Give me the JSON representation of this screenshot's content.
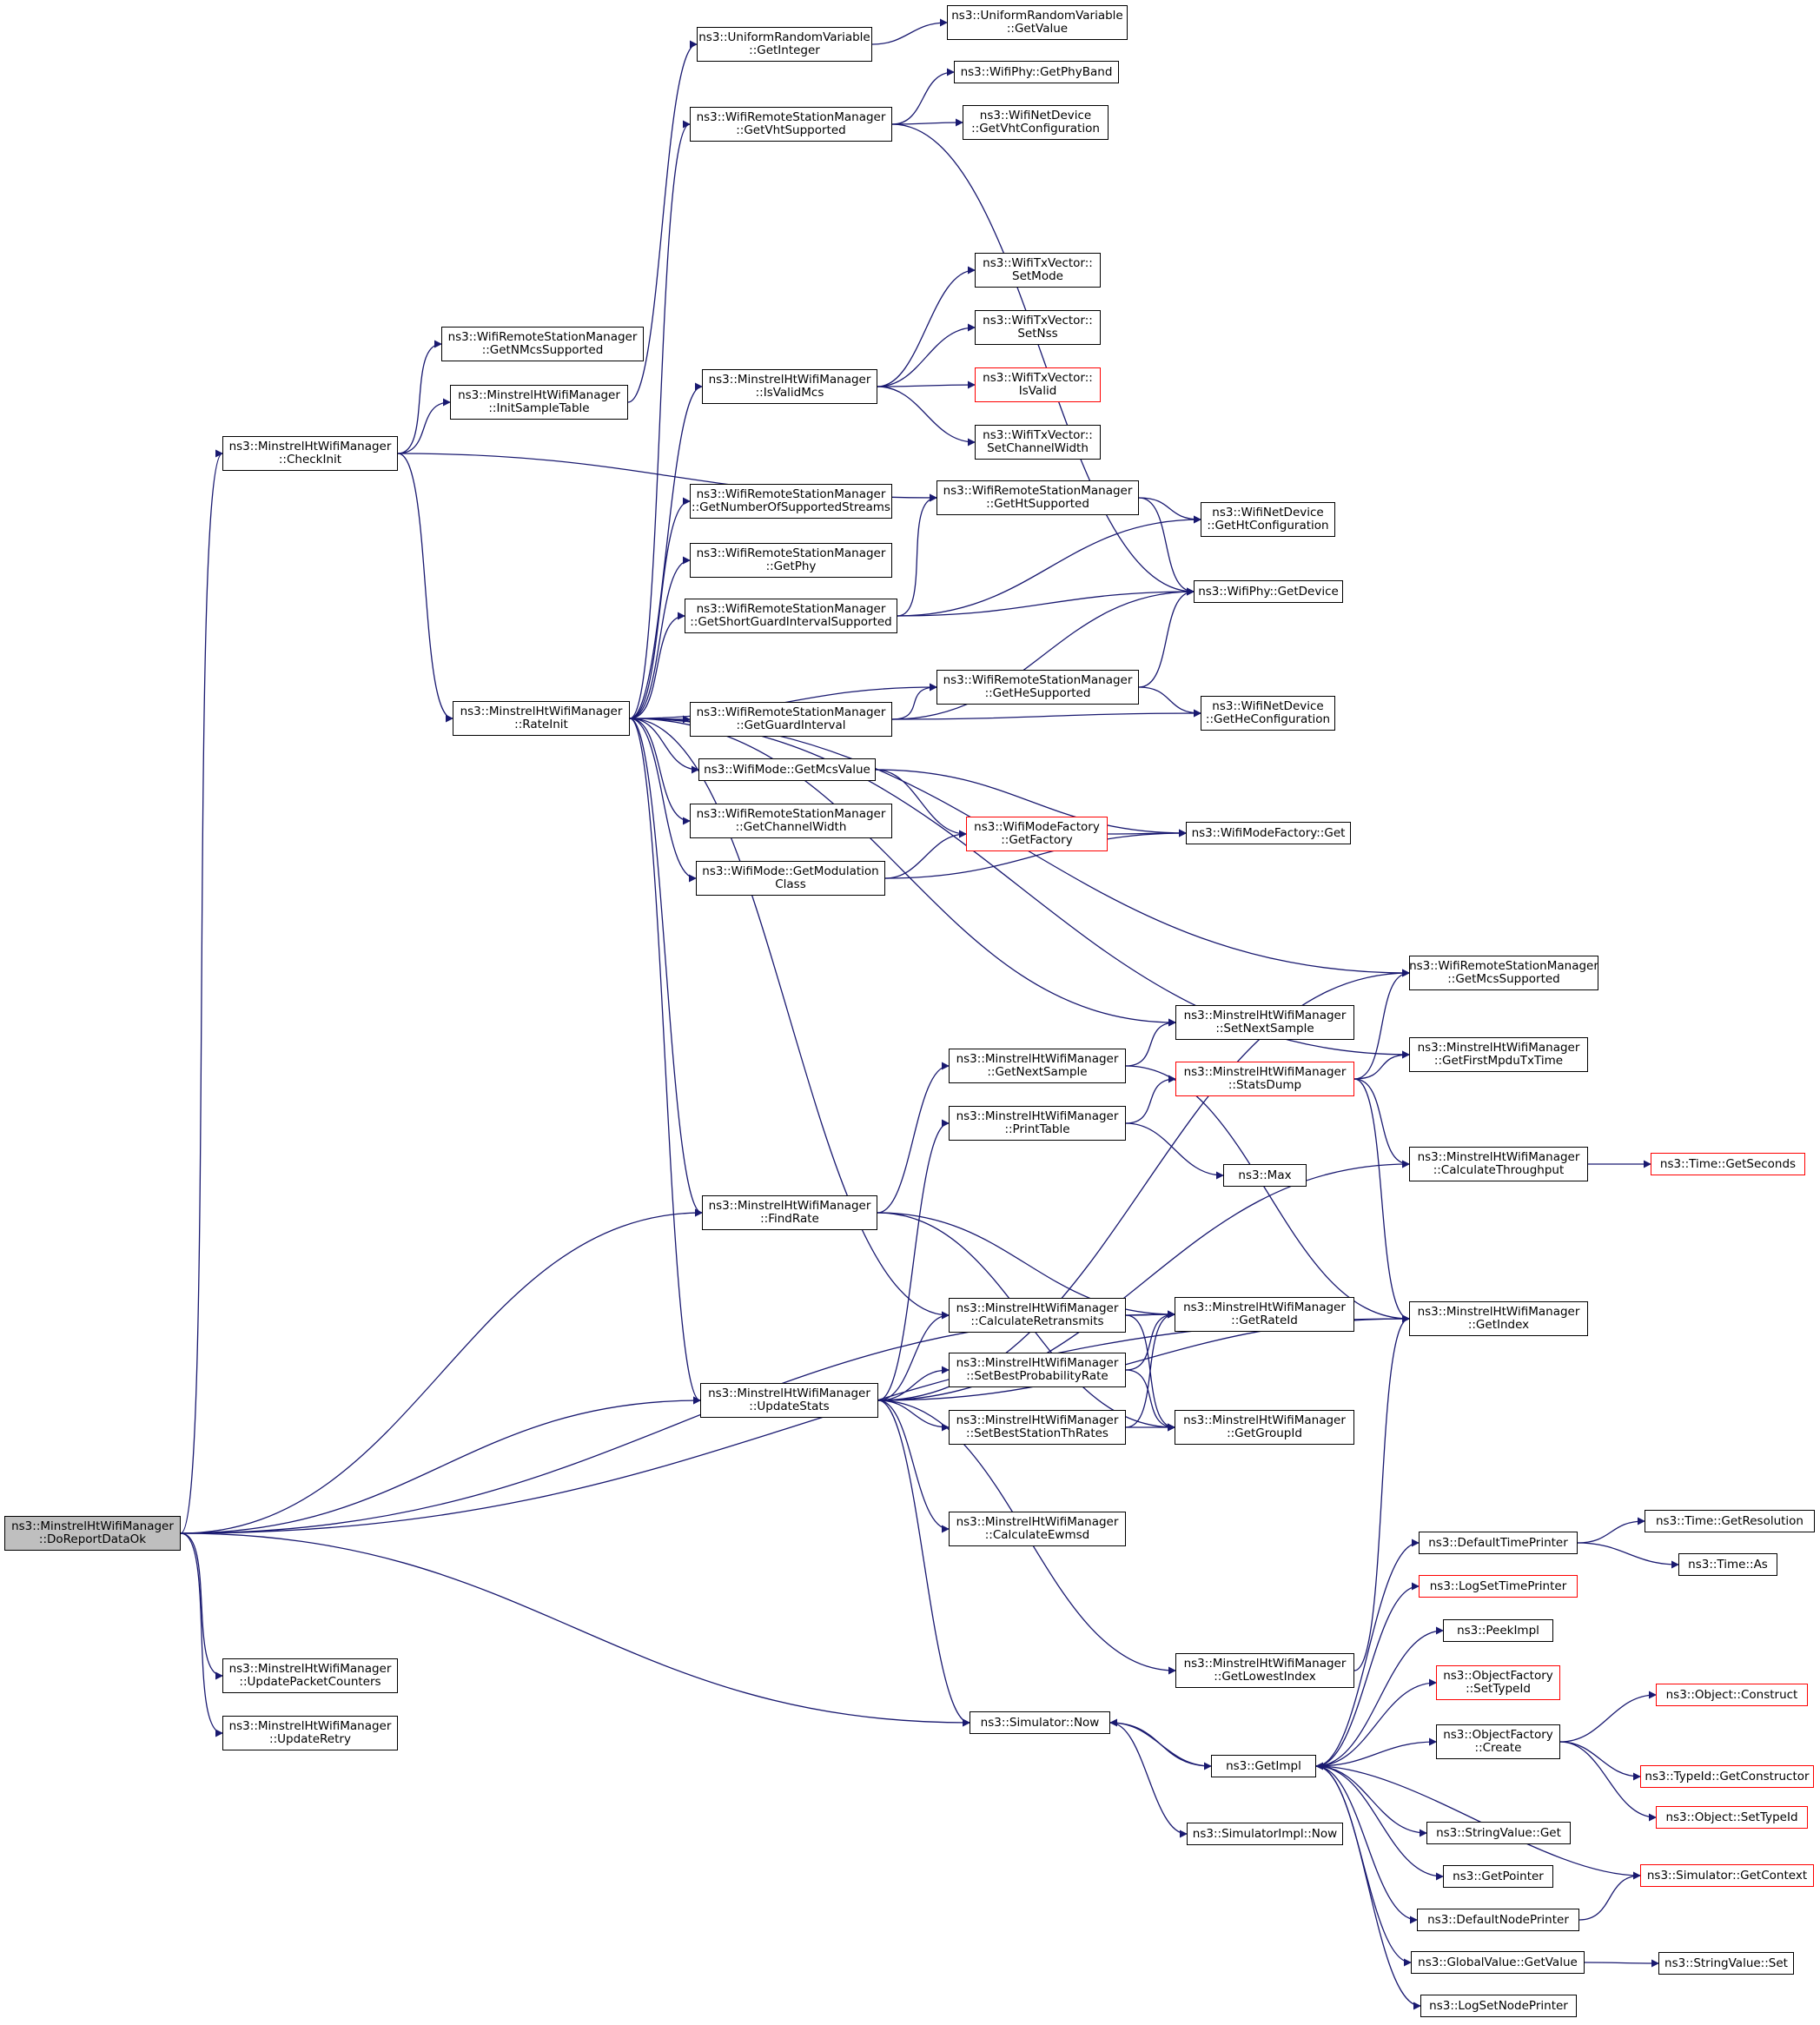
{
  "diagram": {
    "edge_color": "#191970",
    "node_border_color": "#000000",
    "truncated_node_border_color": "#ff0000",
    "root_fill_color": "#bfbfbf",
    "nodes": [
      {
        "id": "doreport",
        "label": "ns3::MinstrelHtWifiManager\n::DoReportDataOk",
        "root": true
      },
      {
        "id": "checkinit",
        "label": "ns3::MinstrelHtWifiManager\n::CheckInit"
      },
      {
        "id": "getnmcs",
        "label": "ns3::WifiRemoteStationManager\n::GetNMcsSupported"
      },
      {
        "id": "initsample",
        "label": "ns3::MinstrelHtWifiManager\n::InitSampleTable"
      },
      {
        "id": "getinteger",
        "label": "ns3::UniformRandomVariable\n::GetInteger"
      },
      {
        "id": "urvgetvalue",
        "label": "ns3::UniformRandomVariable\n::GetValue"
      },
      {
        "id": "getphyband",
        "label": "ns3::WifiPhy::GetPhyBand"
      },
      {
        "id": "getvht",
        "label": "ns3::WifiRemoteStationManager\n::GetVhtSupported"
      },
      {
        "id": "getvhtconf",
        "label": "ns3::WifiNetDevice\n::GetVhtConfiguration"
      },
      {
        "id": "setmode",
        "label": "ns3::WifiTxVector::\nSetMode"
      },
      {
        "id": "setnss",
        "label": "ns3::WifiTxVector::\nSetNss"
      },
      {
        "id": "isvalid",
        "label": "ns3::WifiTxVector::\nIsValid",
        "truncated": true
      },
      {
        "id": "setchw",
        "label": "ns3::WifiTxVector::\nSetChannelWidth"
      },
      {
        "id": "isvalidmcs",
        "label": "ns3::MinstrelHtWifiManager\n::IsValidMcs"
      },
      {
        "id": "getnumstreams",
        "label": "ns3::WifiRemoteStationManager\n::GetNumberOfSupportedStreams"
      },
      {
        "id": "getphy",
        "label": "ns3::WifiRemoteStationManager\n::GetPhy"
      },
      {
        "id": "getsgi",
        "label": "ns3::WifiRemoteStationManager\n::GetShortGuardIntervalSupported"
      },
      {
        "id": "getht",
        "label": "ns3::WifiRemoteStationManager\n::GetHtSupported"
      },
      {
        "id": "gethtconf",
        "label": "ns3::WifiNetDevice\n::GetHtConfiguration"
      },
      {
        "id": "getdevice",
        "label": "ns3::WifiPhy::GetDevice"
      },
      {
        "id": "ratinit",
        "label": "ns3::MinstrelHtWifiManager\n::RateInit"
      },
      {
        "id": "getgi",
        "label": "ns3::WifiRemoteStationManager\n::GetGuardInterval"
      },
      {
        "id": "gethe",
        "label": "ns3::WifiRemoteStationManager\n::GetHeSupported"
      },
      {
        "id": "getheconf",
        "label": "ns3::WifiNetDevice\n::GetHeConfiguration"
      },
      {
        "id": "getmcsvalue",
        "label": "ns3::WifiMode::GetMcsValue"
      },
      {
        "id": "getchw",
        "label": "ns3::WifiRemoteStationManager\n::GetChannelWidth"
      },
      {
        "id": "getfactory",
        "label": "ns3::WifiModeFactory\n::GetFactory",
        "truncated": true
      },
      {
        "id": "factoryget",
        "label": "ns3::WifiModeFactory::Get"
      },
      {
        "id": "getmodclass",
        "label": "ns3::WifiMode::GetModulation\nClass"
      },
      {
        "id": "getmcssupp",
        "label": "ns3::WifiRemoteStationManager\n::GetMcsSupported"
      },
      {
        "id": "setnextsample",
        "label": "ns3::MinstrelHtWifiManager\n::SetNextSample"
      },
      {
        "id": "getfirstmpdu",
        "label": "ns3::MinstrelHtWifiManager\n::GetFirstMpduTxTime"
      },
      {
        "id": "getnextsample",
        "label": "ns3::MinstrelHtWifiManager\n::GetNextSample"
      },
      {
        "id": "statsdump",
        "label": "ns3::MinstrelHtWifiManager\n::StatsDump",
        "truncated": true
      },
      {
        "id": "printtable",
        "label": "ns3::MinstrelHtWifiManager\n::PrintTable"
      },
      {
        "id": "max",
        "label": "ns3::Max"
      },
      {
        "id": "calcthroughput",
        "label": "ns3::MinstrelHtWifiManager\n::CalculateThroughput"
      },
      {
        "id": "getseconds",
        "label": "ns3::Time::GetSeconds",
        "truncated": true
      },
      {
        "id": "findrate",
        "label": "ns3::MinstrelHtWifiManager\n::FindRate"
      },
      {
        "id": "calcretrans",
        "label": "ns3::MinstrelHtWifiManager\n::CalculateRetransmits"
      },
      {
        "id": "getrateid",
        "label": "ns3::MinstrelHtWifiManager\n::GetRateId"
      },
      {
        "id": "getindex",
        "label": "ns3::MinstrelHtWifiManager\n::GetIndex"
      },
      {
        "id": "setbestprob",
        "label": "ns3::MinstrelHtWifiManager\n::SetBestProbabilityRate"
      },
      {
        "id": "updatestats",
        "label": "ns3::MinstrelHtWifiManager\n::UpdateStats"
      },
      {
        "id": "setbestth",
        "label": "ns3::MinstrelHtWifiManager\n::SetBestStationThRates"
      },
      {
        "id": "getgroupid",
        "label": "ns3::MinstrelHtWifiManager\n::GetGroupId"
      },
      {
        "id": "calcewmsd",
        "label": "ns3::MinstrelHtWifiManager\n::CalculateEwmsd"
      },
      {
        "id": "defaulttp",
        "label": "ns3::DefaultTimePrinter"
      },
      {
        "id": "getresolution",
        "label": "ns3::Time::GetResolution"
      },
      {
        "id": "timeas",
        "label": "ns3::Time::As"
      },
      {
        "id": "logsettp",
        "label": "ns3::LogSetTimePrinter",
        "truncated": true
      },
      {
        "id": "peekimpl",
        "label": "ns3::PeekImpl"
      },
      {
        "id": "ofsettypeid",
        "label": "ns3::ObjectFactory\n::SetTypeId",
        "truncated": true
      },
      {
        "id": "objconstruct",
        "label": "ns3::Object::Construct",
        "truncated": true
      },
      {
        "id": "getlowestindex",
        "label": "ns3::MinstrelHtWifiManager\n::GetLowestIndex"
      },
      {
        "id": "updatepkt",
        "label": "ns3::MinstrelHtWifiManager\n::UpdatePacketCounters"
      },
      {
        "id": "updateretry",
        "label": "ns3::MinstrelHtWifiManager\n::UpdateRetry"
      },
      {
        "id": "simnow",
        "label": "ns3::Simulator::Now"
      },
      {
        "id": "getimpl",
        "label": "ns3::GetImpl"
      },
      {
        "id": "ofcreate",
        "label": "ns3::ObjectFactory\n::Create"
      },
      {
        "id": "getconstructor",
        "label": "ns3::TypeId::GetConstructor",
        "truncated": true
      },
      {
        "id": "objsettypeid",
        "label": "ns3::Object::SetTypeId",
        "truncated": true
      },
      {
        "id": "simimplnow",
        "label": "ns3::SimulatorImpl::Now"
      },
      {
        "id": "stringget",
        "label": "ns3::StringValue::Get"
      },
      {
        "id": "getpointer",
        "label": "ns3::GetPointer"
      },
      {
        "id": "getcontext",
        "label": "ns3::Simulator::GetContext",
        "truncated": true
      },
      {
        "id": "defaultnp",
        "label": "ns3::DefaultNodePrinter"
      },
      {
        "id": "gvgetvalue",
        "label": "ns3::GlobalValue::GetValue"
      },
      {
        "id": "stringset",
        "label": "ns3::StringValue::Set"
      },
      {
        "id": "logsetnp",
        "label": "ns3::LogSetNodePrinter"
      }
    ]
  }
}
